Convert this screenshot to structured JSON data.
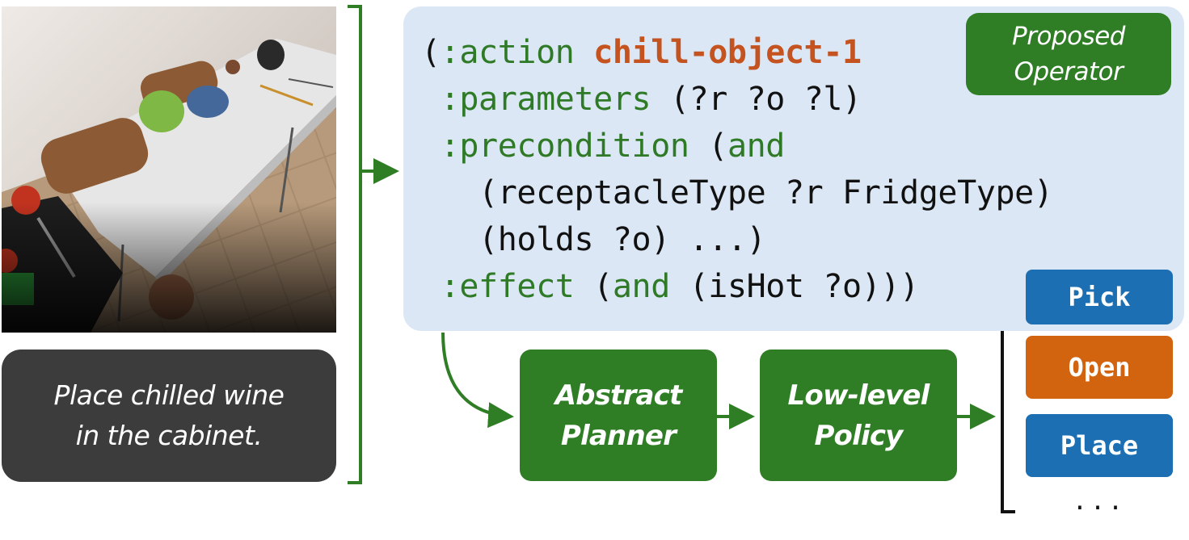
{
  "instruction": {
    "text": "Place chilled wine\nin the cabinet."
  },
  "operator": {
    "badge": "Proposed\nOperator",
    "open_paren": "(",
    "action_keyword": ":action",
    "action_name": "chill-object-1",
    "params_keyword": ":parameters",
    "params_value": "(?r ?o ?l)",
    "precondition_keyword": ":precondition",
    "precondition_open": "(",
    "precondition_and": "and",
    "precondition_1": "(receptacleType ?r FridgeType)",
    "precondition_2": "(holds ?o) ...)",
    "effect_keyword": ":effect",
    "effect_open": "(",
    "effect_and": "and",
    "effect_value": "(isHot ?o)))"
  },
  "pipeline": {
    "planner": "Abstract\nPlanner",
    "policy": "Low-level\nPolicy"
  },
  "skills": [
    {
      "label": "Pick",
      "color": "#1c6fb3"
    },
    {
      "label": "Open",
      "color": "#d2640f"
    },
    {
      "label": "Place",
      "color": "#1c6fb3"
    }
  ],
  "skills_more": "...",
  "colors": {
    "green": "#2f7d25",
    "keyword_green": "#2f7a26",
    "action_orange": "#c5531f",
    "panel_blue": "#dbe7f4"
  }
}
